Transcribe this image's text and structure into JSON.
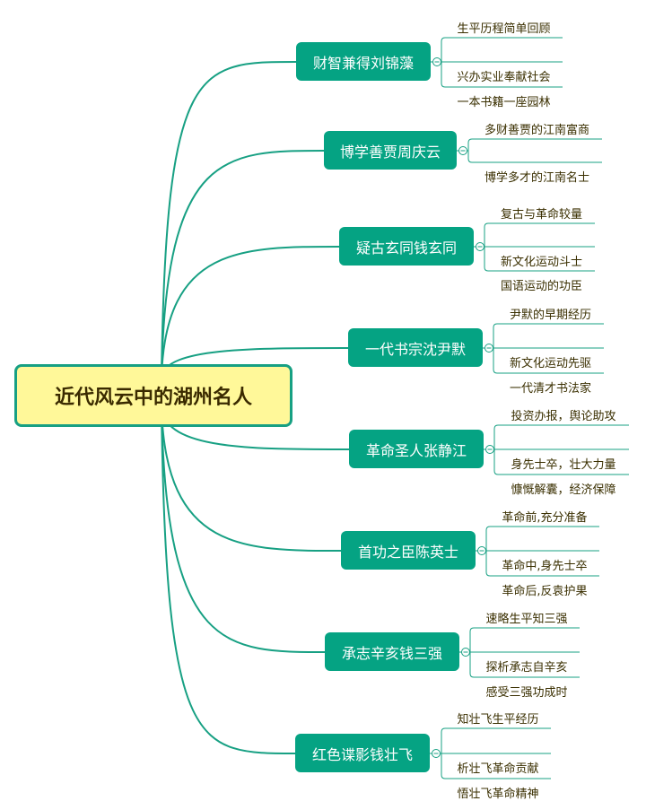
{
  "central": "近代风云中的湖州名人",
  "branches": [
    {
      "label": "财智兼得刘锦藻",
      "leaves": [
        "生平历程简单回顾",
        "兴办实业奉献社会",
        "一本书籍一座园林"
      ]
    },
    {
      "label": "博学善贾周庆云",
      "leaves": [
        "多财善贾的江南富商",
        "博学多才的江南名士"
      ]
    },
    {
      "label": "疑古玄同钱玄同",
      "leaves": [
        "复古与革命较量",
        "新文化运动斗士",
        "国语运动的功臣"
      ]
    },
    {
      "label": "一代书宗沈尹默",
      "leaves": [
        "尹默的早期经历",
        "新文化运动先驱",
        "一代清才书法家"
      ]
    },
    {
      "label": "革命圣人张静江",
      "leaves": [
        "投资办报，舆论助攻",
        "身先士卒，壮大力量",
        "慷慨解囊，经济保障"
      ]
    },
    {
      "label": "首功之臣陈英士",
      "leaves": [
        "革命前,充分准备",
        "革命中,身先士卒",
        "革命后,反袁护果"
      ]
    },
    {
      "label": "承志辛亥钱三强",
      "leaves": [
        "速略生平知三强",
        "探析承志自辛亥",
        "感受三强功成时"
      ]
    },
    {
      "label": "红色谍影钱壮飞",
      "leaves": [
        "知壮飞生平经历",
        "析壮飞革命贡献",
        "悟壮飞革命精神"
      ]
    }
  ],
  "colors": {
    "line": "#17a083",
    "branch": "#05a383",
    "central_fill": "#fff899"
  }
}
